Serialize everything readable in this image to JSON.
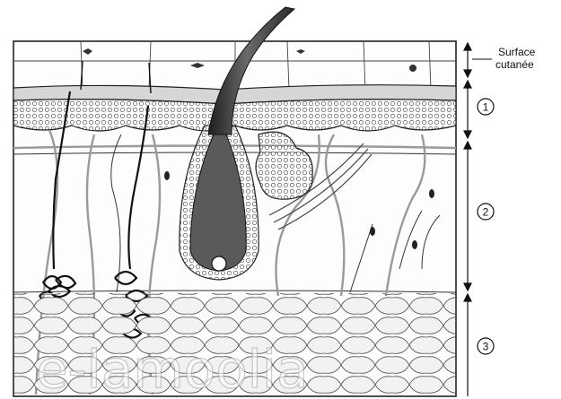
{
  "labels": {
    "surface": "Surface cutanée",
    "layer1": "1",
    "layer2": "2",
    "layer3": "3"
  },
  "watermark": "e-lamoolia",
  "colors": {
    "ink": "#111111",
    "epidermis": "#d6d6d6",
    "papillary": "#e8e8e8",
    "hair": "#3a3a3a",
    "fat": "#eeeeee",
    "vessel": "#bdbdbd"
  }
}
